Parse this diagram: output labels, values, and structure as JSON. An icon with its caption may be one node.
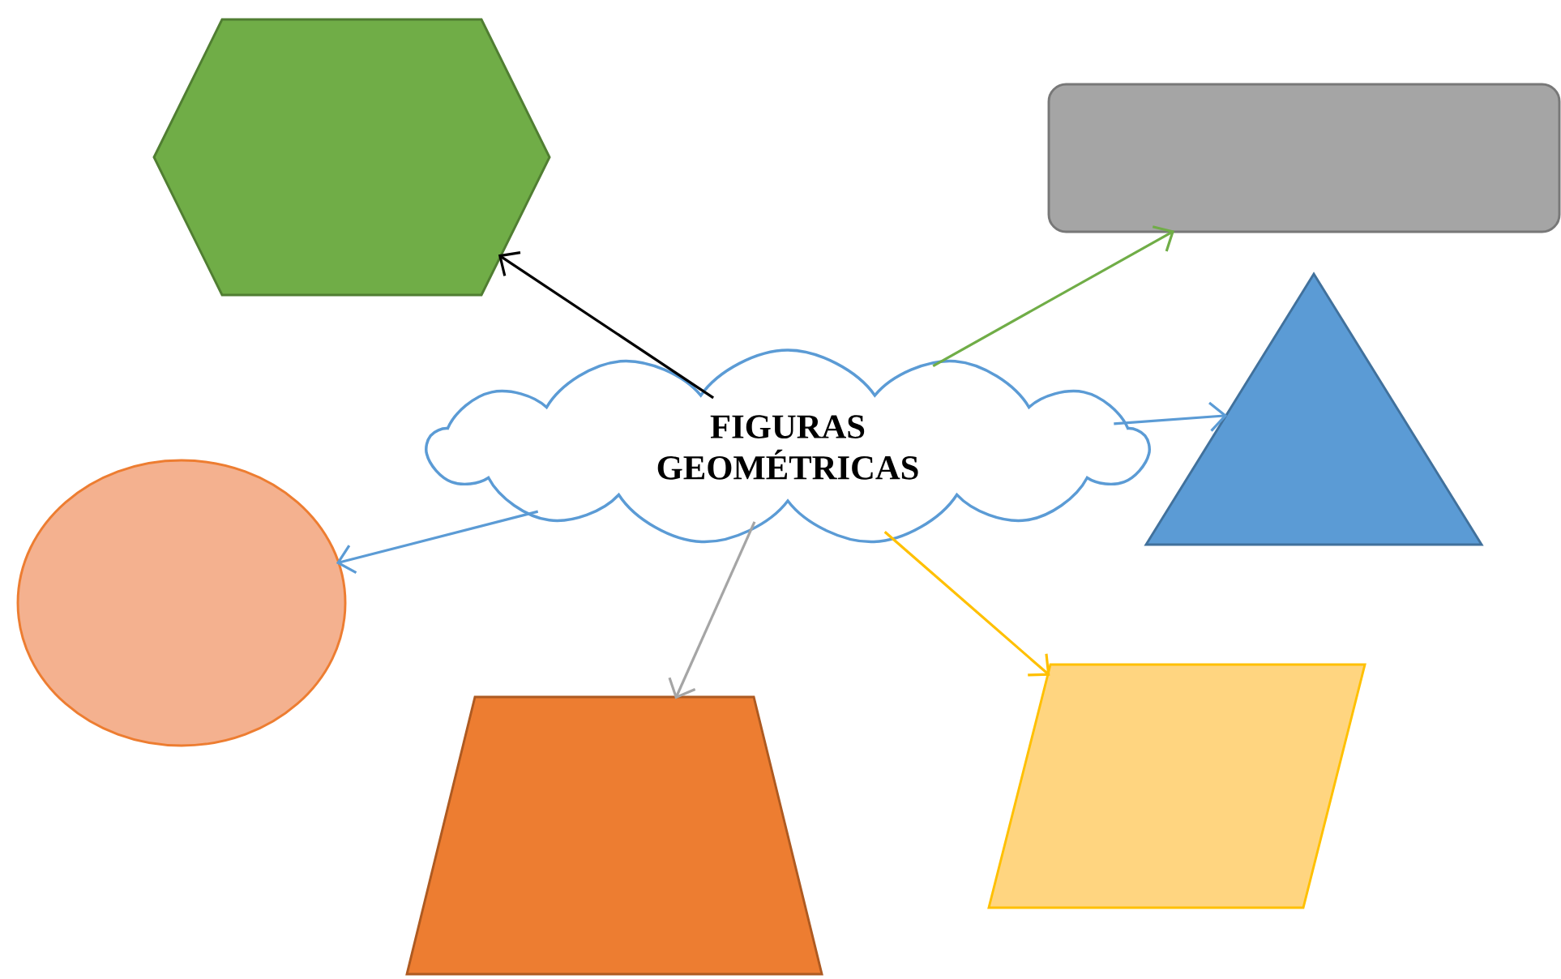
{
  "diagram": {
    "nodes": [
      {
        "text": [],
        "shape": "hexagon"
      },
      {
        "text": [],
        "shape": "box"
      },
      {
        "text": [
          "FIGURAS GEOMÉTRICAS"
        ]
      },
      {
        "text": [],
        "shape": "triangle"
      },
      {
        "text": [],
        "shape": "ellipse"
      },
      {
        "text": [],
        "shape": "trapezoid"
      },
      {
        "text": [],
        "shape": "parallelogram"
      }
    ],
    "edges": [
      {
        "from": 2,
        "to": 0,
        "arrow": "to",
        "color": "#000000"
      },
      {
        "from": 2,
        "to": 1,
        "arrow": "to",
        "color": "#70ad47"
      },
      {
        "from": 2,
        "to": 3,
        "arrow": "to"
      },
      {
        "from": 2,
        "to": 4,
        "arrow": "to"
      },
      {
        "from": 2,
        "to": 5,
        "arrow": "to",
        "color": "#a5a5a5"
      },
      {
        "from": 2,
        "to": 6,
        "arrow": "to",
        "color": "#ffc000"
      }
    ]
  }
}
